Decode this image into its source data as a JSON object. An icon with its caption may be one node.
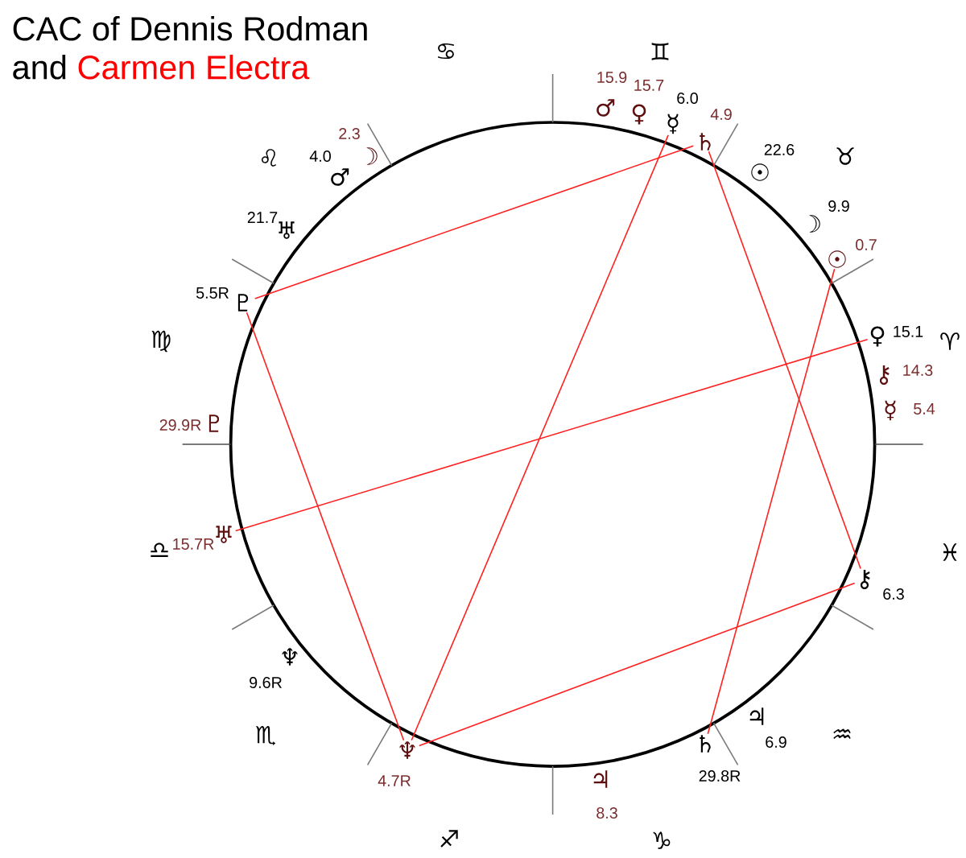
{
  "diagram": {
    "title": "CAC of Dennis Rodman and Carmen Electra",
    "nodes": [
      {
        "text": [
          "☿"
        ],
        "beside": [
          "6.0"
        ]
      },
      {
        "text": [
          "♄"
        ],
        "beside": [
          "4.9"
        ]
      },
      {
        "text": [
          "☉"
        ],
        "beside": [
          "0.7"
        ]
      },
      {
        "text": [
          "♇"
        ],
        "beside": [
          "5.5R"
        ]
      },
      {
        "text": [
          "♀"
        ],
        "beside": [
          "15.1"
        ]
      },
      {
        "text": [
          "♅"
        ],
        "beside": [
          "15.7R"
        ]
      },
      {
        "text": [
          "⚷"
        ],
        "beside": [
          "6.3"
        ]
      },
      {
        "text": [
          "♄"
        ],
        "beside": [
          "29.8R"
        ]
      },
      {
        "text": [
          "♆"
        ],
        "beside": [
          "4.7R"
        ]
      }
    ],
    "edges": [
      {
        "from": 3,
        "to": 1,
        "arrow": "none"
      },
      {
        "from": 3,
        "to": 8,
        "arrow": "none"
      },
      {
        "from": 8,
        "to": 6,
        "arrow": "none"
      },
      {
        "from": 1,
        "to": 6,
        "arrow": "none"
      },
      {
        "from": 5,
        "to": 4,
        "arrow": "none"
      },
      {
        "from": 0,
        "to": 8,
        "arrow": "none"
      },
      {
        "from": 7,
        "to": 2,
        "arrow": "none"
      }
    ],
    "labels": [
      "♋",
      "♊",
      "15.9",
      "♂",
      "15.7",
      "♀",
      "2.3",
      "☽",
      "4.0",
      "♂",
      "♌",
      "♉",
      "22.6",
      "☉",
      "9.9",
      "☽",
      "21.7",
      "♅",
      "♍",
      "♈",
      "14.3",
      "⚷",
      "5.4",
      "☿",
      "29.9R",
      "♇",
      "♎",
      "♓",
      "♆",
      "9.6R",
      "♃",
      "6.9",
      "♏",
      "♒",
      "♃",
      "8.3",
      "♐",
      "♑"
    ]
  }
}
